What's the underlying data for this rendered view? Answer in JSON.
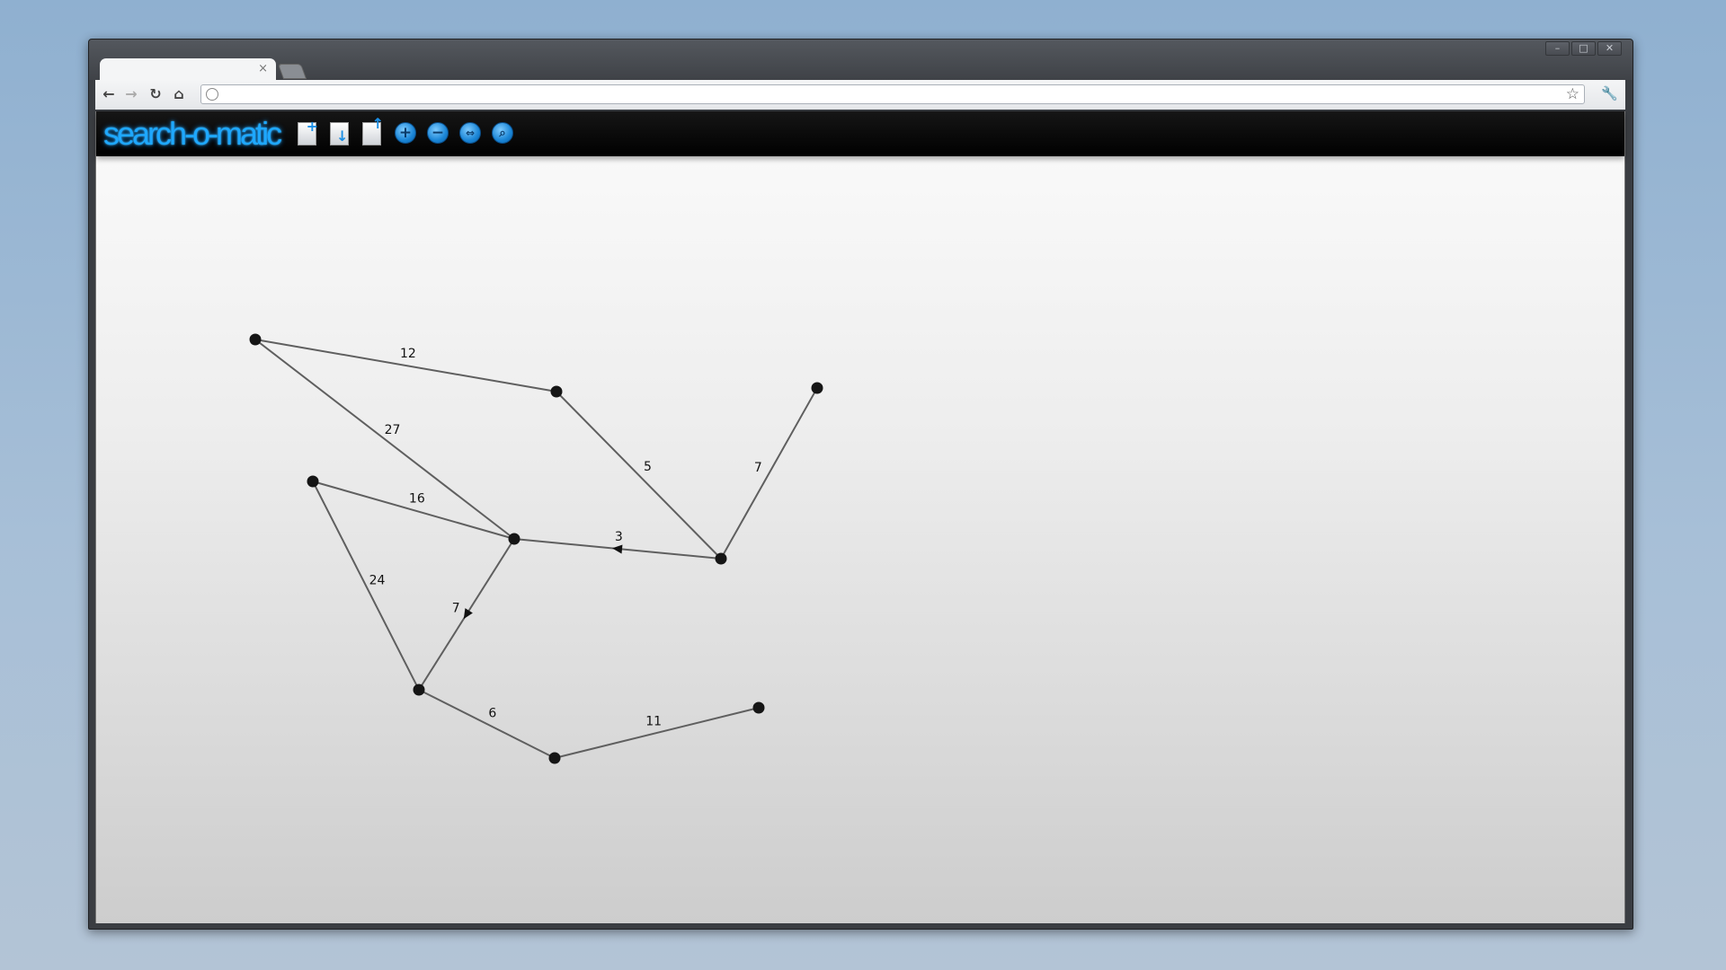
{
  "browser": {
    "tab_close": "×",
    "window_controls": [
      "–",
      "□",
      "✕"
    ],
    "nav": {
      "back": "←",
      "forward": "→",
      "reload": "↻",
      "home": "⌂",
      "address_value": "",
      "star": "☆",
      "wrench": "🔧"
    }
  },
  "app": {
    "logo": "search-o-matic",
    "toolbar_icons": [
      "new-document-icon",
      "import-icon",
      "export-icon",
      "zoom-in-icon",
      "zoom-out-icon",
      "fit-to-screen-icon",
      "search-icon"
    ],
    "graph": {
      "nodes": [
        {
          "id": "n1"
        },
        {
          "id": "n2"
        },
        {
          "id": "n3"
        },
        {
          "id": "n4"
        },
        {
          "id": "n5"
        },
        {
          "id": "n6"
        },
        {
          "id": "n7"
        },
        {
          "id": "n8"
        },
        {
          "id": "n9"
        }
      ],
      "edges": [
        {
          "from": "n1",
          "to": "n2",
          "weight": "12"
        },
        {
          "from": "n1",
          "to": "n5",
          "weight": "27"
        },
        {
          "from": "n2",
          "to": "n6",
          "weight": "5"
        },
        {
          "from": "n3",
          "to": "n6",
          "weight": "7"
        },
        {
          "from": "n4",
          "to": "n5",
          "weight": "16"
        },
        {
          "from": "n6",
          "to": "n5",
          "weight": "3",
          "directed": true
        },
        {
          "from": "n4",
          "to": "n7",
          "weight": "24"
        },
        {
          "from": "n5",
          "to": "n7",
          "weight": "7",
          "directed": true
        },
        {
          "from": "n7",
          "to": "n8",
          "weight": "6"
        },
        {
          "from": "n8",
          "to": "n9",
          "weight": "11"
        }
      ]
    }
  }
}
